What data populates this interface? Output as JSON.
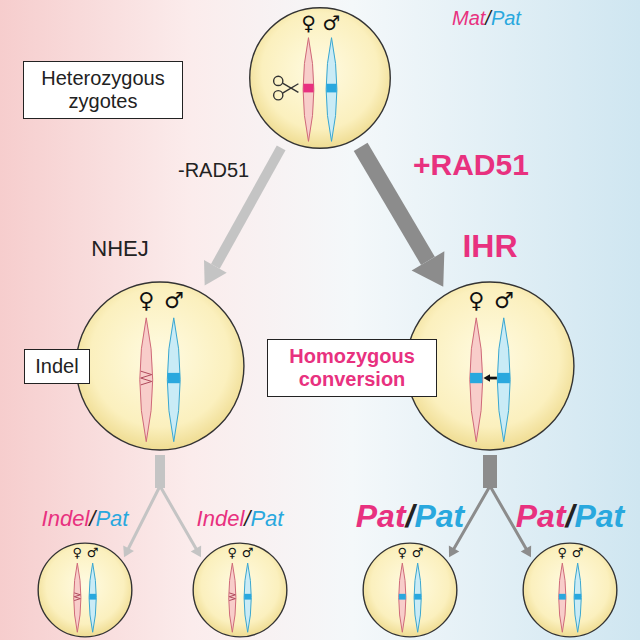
{
  "diagram": {
    "nodes": [
      {
        "text": [
          "Heterozygous zygotes"
        ]
      },
      {
        "text": [
          "♀",
          "♂"
        ]
      },
      {
        "text": [
          "NHEJ",
          "♀",
          "♂"
        ]
      },
      {
        "text": [
          "Indel"
        ]
      },
      {
        "text": [
          "IHR",
          "♀",
          "♂"
        ]
      },
      {
        "text": [
          "Homozygous conversion"
        ]
      },
      {
        "text": [
          "Indel/Pat",
          "♀",
          "♂"
        ]
      },
      {
        "text": [
          "Indel/Pat",
          "♀",
          "♂"
        ]
      },
      {
        "text": [
          "Pat/Pat",
          "♀",
          "♂"
        ]
      },
      {
        "text": [
          "Pat/Pat",
          "♀",
          "♂"
        ]
      }
    ],
    "edges": [
      {
        "from": 1,
        "to": 2,
        "label": "-RAD51",
        "arrow": "to"
      },
      {
        "from": 1,
        "to": 4,
        "label": "+RAD51",
        "arrow": "to"
      },
      {
        "from": 2,
        "to": 6,
        "arrow": "to"
      },
      {
        "from": 2,
        "to": 7,
        "arrow": "to"
      },
      {
        "from": 4,
        "to": 8,
        "arrow": "to"
      },
      {
        "from": 4,
        "to": 9,
        "arrow": "to"
      }
    ],
    "labels": [
      "Mat/Pat"
    ]
  }
}
